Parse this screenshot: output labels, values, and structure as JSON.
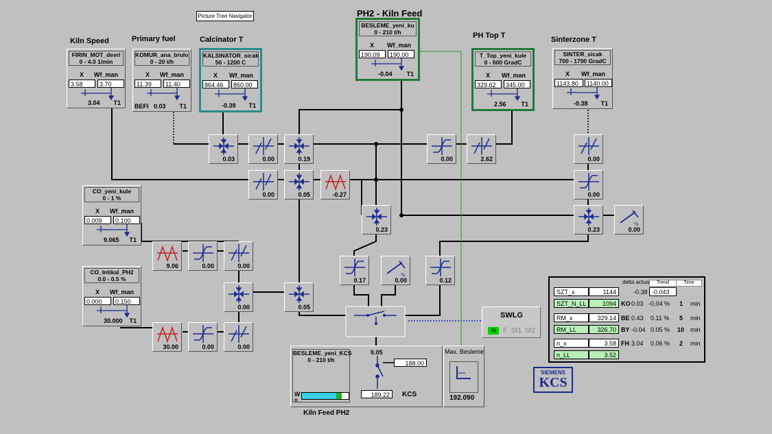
{
  "header": {
    "title": "PH2 - Kiln Feed",
    "navigator_button": "Picture Tree Navigator"
  },
  "controllers": [
    {
      "heading": "Kiln Speed",
      "tag": "FIRIN_MOT_devri",
      "range": "0 - 4.0   1/min",
      "x_label": "X",
      "wf_label": "Wf_man",
      "x": "3.58",
      "wf": "3.70",
      "out": "3.04",
      "mode": "T1",
      "pre": ""
    },
    {
      "heading": "Primary fuel",
      "tag": "KOMUR_ana_brulor",
      "range": "0 - 20 t/h",
      "x_label": "X",
      "wf_label": "Wf_man",
      "x": "11.39",
      "wf": "11.40",
      "out": "0.03",
      "mode": "T1",
      "pre": "BEFI"
    },
    {
      "heading": "Calcinator T",
      "tag": "KALSINATOR_sicak",
      "range": "50 - 1200 C",
      "x_label": "X",
      "wf_label": "Wf_man",
      "x": "864.46",
      "wf": "860.00",
      "out": "-0.39",
      "mode": "T1",
      "pre": ""
    },
    {
      "heading": "",
      "tag": "BESLEME_yeni_ku",
      "range": "0 - 210 t/h",
      "x_label": "X",
      "wf_label": "Wf_man",
      "x": "190.09",
      "wf": "190.00",
      "out": "-0.04",
      "mode": "T1",
      "pre": ""
    },
    {
      "heading": "PH Top T",
      "tag": "T_Top_yeni_kule",
      "range": "0 - 600 GradC",
      "x_label": "X",
      "wf_label": "Wf_man",
      "x": "329.62",
      "wf": "345.00",
      "out": "2.56",
      "mode": "T1",
      "pre": ""
    },
    {
      "heading": "Sinterzone T",
      "tag": "SINTER_sicak",
      "range": "700 - 1700 GradC",
      "x_label": "X",
      "wf_label": "Wf_man",
      "x": "1143.80",
      "wf": "1140.00",
      "out": "-0.38",
      "mode": "T1",
      "pre": ""
    },
    {
      "heading": "",
      "tag": "CO_yeni_kule",
      "range": "0 - 1 %",
      "x_label": "X",
      "wf_label": "Wf_man",
      "x": "0.009",
      "wf": "0.100",
      "out": "9.065",
      "mode": "T1",
      "pre": ""
    },
    {
      "heading": "",
      "tag": "CO_Intikal_PH2",
      "range": "0.0 - 0.5 %",
      "x_label": "X",
      "wf_label": "Wf_man",
      "x": "0.000",
      "wf": "0.150",
      "out": "30.000",
      "mode": "T1",
      "pre": ""
    }
  ],
  "blocks": [
    {
      "type": "sum",
      "value": "0.03"
    },
    {
      "type": "dead",
      "value": "0.00"
    },
    {
      "type": "sum",
      "value": "0.19"
    },
    {
      "type": "sat",
      "value": "0.00"
    },
    {
      "type": "dead",
      "value": "2.62"
    },
    {
      "type": "dead",
      "value": "0.00"
    },
    {
      "type": "dead",
      "value": "0.00"
    },
    {
      "type": "sum",
      "value": "0.05"
    },
    {
      "type": "wave",
      "value": "-0.27"
    },
    {
      "type": "sat",
      "value": "0.00"
    },
    {
      "type": "sum",
      "value": "0.23"
    },
    {
      "type": "sum",
      "value": "0.23"
    },
    {
      "type": "ramp",
      "value": "0.00"
    },
    {
      "type": "wave",
      "value": "9.06"
    },
    {
      "type": "sat",
      "value": "0.00"
    },
    {
      "type": "dead",
      "value": "0.00"
    },
    {
      "type": "sat",
      "value": "0.17"
    },
    {
      "type": "ramp",
      "value": "0.00"
    },
    {
      "type": "sat",
      "value": "0.12"
    },
    {
      "type": "sum",
      "value": "0.00"
    },
    {
      "type": "sum",
      "value": "0.05"
    },
    {
      "type": "wave",
      "value": "30.00"
    },
    {
      "type": "sat",
      "value": "0.00"
    },
    {
      "type": "dead",
      "value": "0.00"
    }
  ],
  "swlg": {
    "title": "SWLG",
    "n": "N",
    "f": "F",
    "st1": "St1",
    "st2": "St2"
  },
  "kiln_feed": {
    "tag": "BESLEME_yeni_KCS",
    "range": "0 - 210 t/h",
    "w_label": "W",
    "n_label": "n",
    "gain": "0.05",
    "setpoint": "188.00",
    "actual": "189.22",
    "mode": "KCS",
    "caption": "Kiln Feed PH2",
    "bar_fill": 0.85
  },
  "max_besleme": {
    "title": "Max. Besleme",
    "value": "192.090"
  },
  "panel": {
    "head_delta": "delta actual",
    "head_trend": "Trend",
    "head_time": "Time",
    "rows": [
      {
        "name": "SZT_x",
        "val": "1144",
        "code": "",
        "delta": "-0.38",
        "trend": "-0.043",
        "time": "",
        "unit": "",
        "green": false
      },
      {
        "name": "SZT_N_LL",
        "val": "1094",
        "code": "KO",
        "delta": "0.03",
        "trend": "-0.04 %",
        "time": "1",
        "unit": "min",
        "green": true
      },
      {
        "name": "RM_x",
        "val": "329.14",
        "code": "BE",
        "delta": "0.43",
        "trend": "0.11 %",
        "time": "5",
        "unit": "min",
        "green": false
      },
      {
        "name": "RM_LL",
        "val": "326.70",
        "code": "BY",
        "delta": "-0.04",
        "trend": "0.05 %",
        "time": "10",
        "unit": "min",
        "green": true
      },
      {
        "name": "n_x",
        "val": "3.58",
        "code": "FH",
        "delta": "3.04",
        "trend": "0.06 %",
        "time": "2",
        "unit": "min",
        "green": false
      },
      {
        "name": "n_LL",
        "val": "3.52",
        "code": "",
        "delta": "",
        "trend": "",
        "time": "",
        "unit": "",
        "green": true
      }
    ]
  },
  "logo": {
    "brand": "SIEMENS",
    "product": "KCS"
  }
}
